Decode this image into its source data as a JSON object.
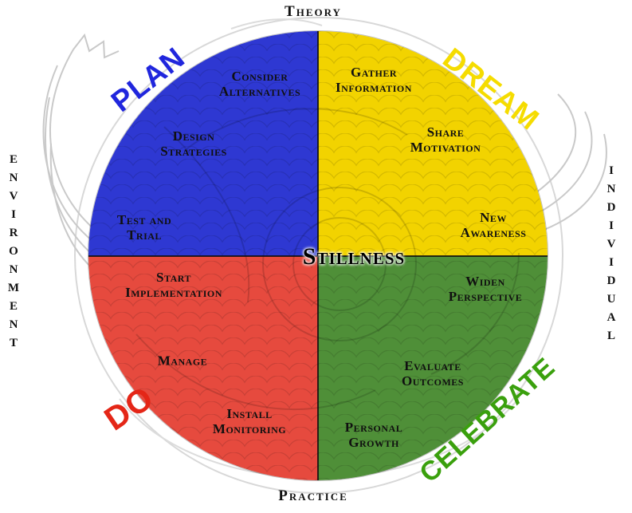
{
  "axes": {
    "top": "Theory",
    "bottom": "Practice",
    "left": "ENVIRONMENT",
    "right": "INDIVIDUAL"
  },
  "center": {
    "label": "Stillness"
  },
  "quadrants": [
    {
      "name": "PLAN",
      "color": "#2e38d2",
      "label_color": "#2026dd",
      "items": [
        "Consider Alternatives",
        "Design Strategies",
        "Test and Trial"
      ]
    },
    {
      "name": "DREAM",
      "color": "#f2d300",
      "label_color": "#f5dc00",
      "items": [
        "Gather Information",
        "Share Motivation",
        "New Awareness"
      ]
    },
    {
      "name": "DO",
      "color": "#e64a3e",
      "label_color": "#e42617",
      "items": [
        "Start Implementation",
        "Manage",
        "Install Monitoring"
      ]
    },
    {
      "name": "CELEBRATE",
      "color": "#4f8f38",
      "label_color": "#3aa00d",
      "items": [
        "Widen Perspective",
        "Evaluate Outcomes",
        "Personal Growth"
      ]
    }
  ],
  "decor": {
    "engraving_color": "#c9c9c9"
  }
}
